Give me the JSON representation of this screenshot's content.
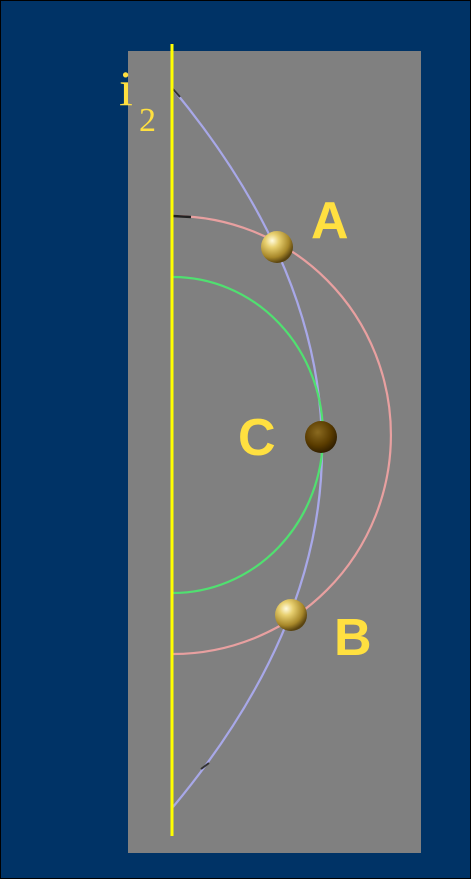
{
  "axis": {
    "label_main": "i",
    "label_sub": "2"
  },
  "points": {
    "a": "A",
    "b": "B",
    "c": "C"
  },
  "colors": {
    "background": "#003366",
    "panel": "#808080",
    "axis": "#ffff00",
    "label": "#ffe040",
    "arc_outer": "#a8a8e8",
    "arc_middle": "#e8a0a0",
    "arc_inner": "#50e070",
    "sphere_gold": "#c8a840",
    "sphere_dark": "#5a3c00"
  }
}
